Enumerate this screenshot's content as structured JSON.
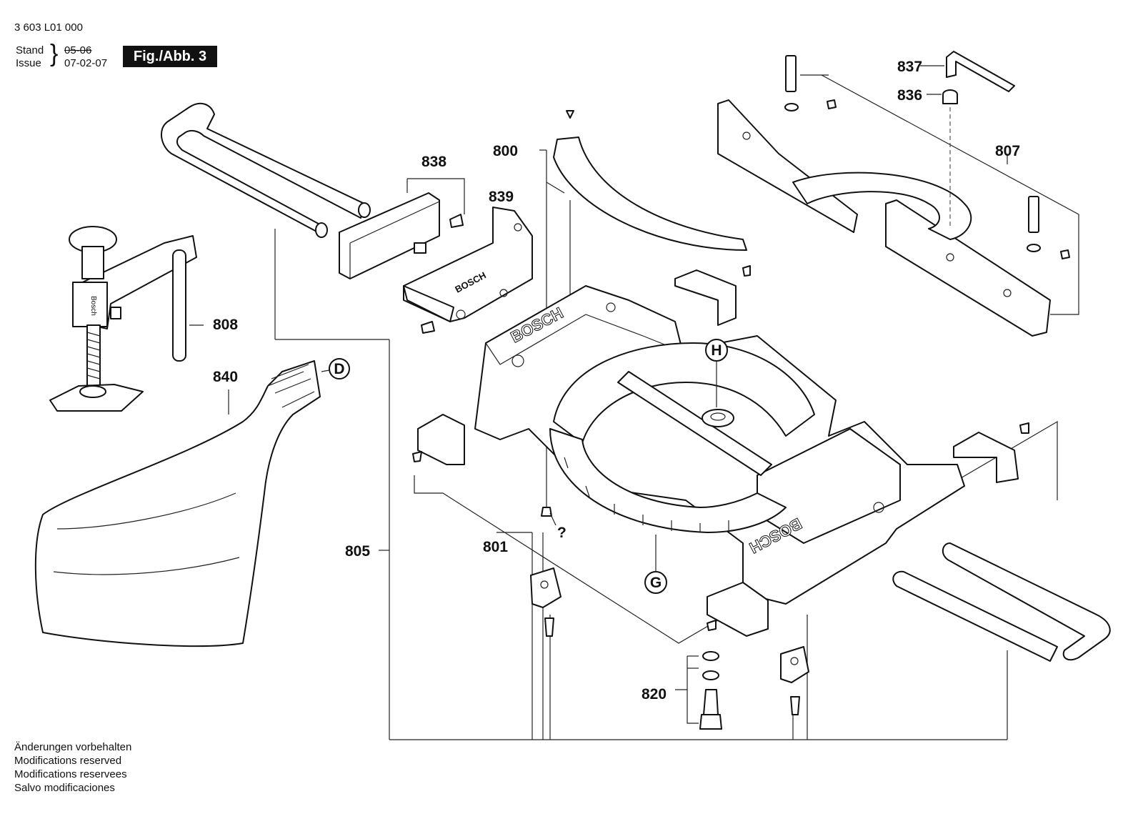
{
  "header": {
    "document_number": "3 603 L01 000",
    "stand_label": "Stand",
    "issue_label": "Issue",
    "stand_date_struck": "05-06",
    "issue_date": "07-02-07",
    "figure_label": "Fig./Abb. 3"
  },
  "callouts": {
    "d": "D",
    "h": "H",
    "g": "G",
    "unknown": "?"
  },
  "parts": [
    {
      "id": "800",
      "label": "800"
    },
    {
      "id": "801",
      "label": "801"
    },
    {
      "id": "805",
      "label": "805"
    },
    {
      "id": "807",
      "label": "807"
    },
    {
      "id": "808",
      "label": "808"
    },
    {
      "id": "820",
      "label": "820"
    },
    {
      "id": "836",
      "label": "836"
    },
    {
      "id": "837",
      "label": "837"
    },
    {
      "id": "838",
      "label": "838"
    },
    {
      "id": "839",
      "label": "839"
    },
    {
      "id": "840",
      "label": "840"
    }
  ],
  "brand_markings": {
    "base_left": "BOSCH",
    "base_right": "BOSCH",
    "clamp_block": "BOSCH",
    "clamp_head": "Bosch"
  },
  "footer": {
    "lines": [
      "Änderungen vorbehalten",
      "Modifications reserved",
      "Modifications reservees",
      "Salvo modificaciones"
    ]
  }
}
